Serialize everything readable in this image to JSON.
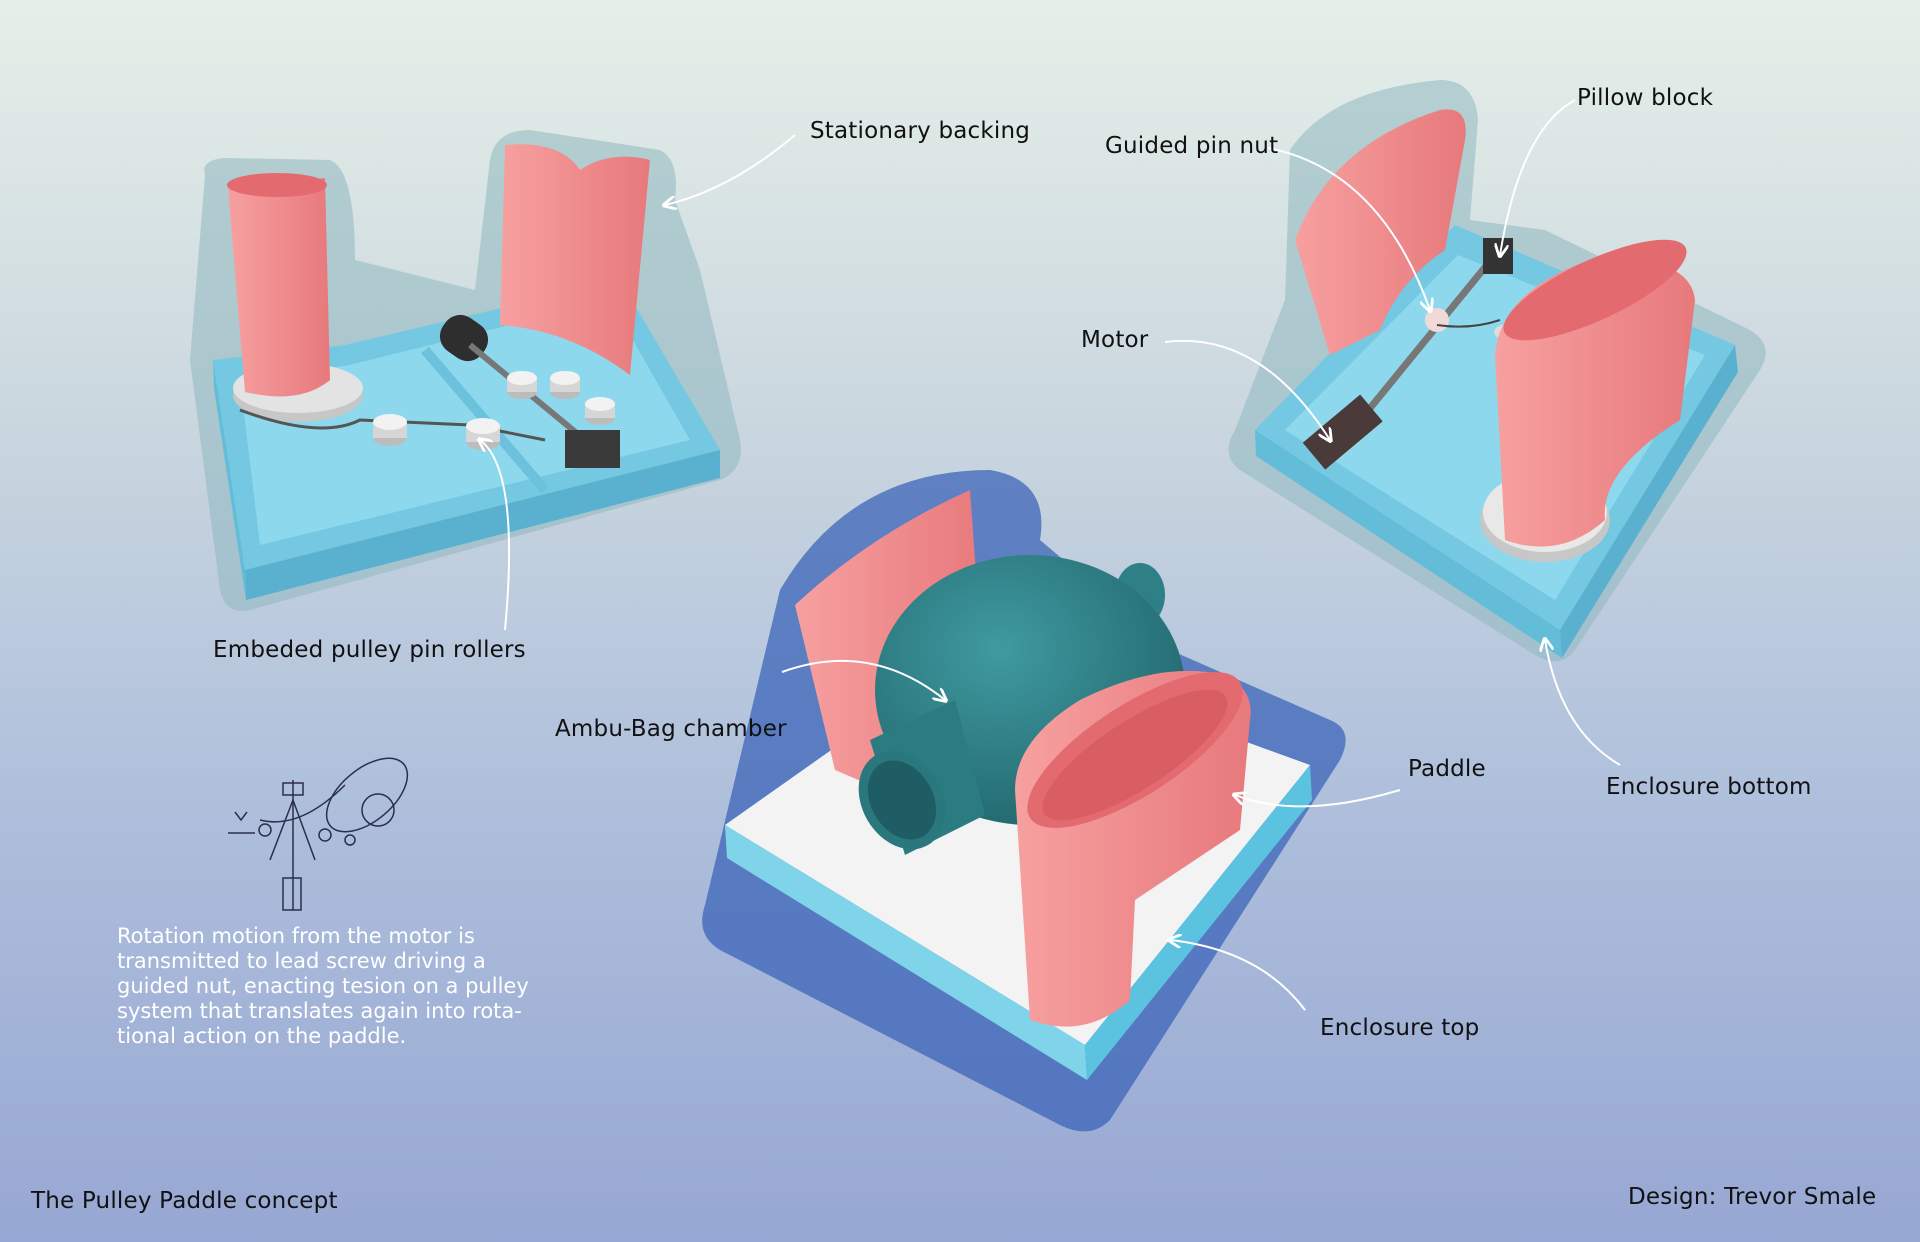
{
  "labels": {
    "stationary_backing": "Stationary backing",
    "embedded_pulley": "Embeded pulley pin rollers",
    "guided_pin_nut": "Guided pin nut",
    "pillow_block": "Pillow block",
    "motor": "Motor",
    "ambu_bag": "Ambu-Bag chamber",
    "paddle": "Paddle",
    "enclosure_bottom": "Enclosure bottom",
    "enclosure_top": "Enclosure top"
  },
  "description": "Rotation motion from the motor is\ntransmitted to lead screw driving a\nguided nut, enacting tesion on a pulley\nsystem that translates again into rota-\ntional action on the paddle.",
  "footer": {
    "title": "The Pulley Paddle concept",
    "credit": "Design: Trevor Smale"
  },
  "colors": {
    "enclosure": "#86d6ec",
    "paddle": "#f08a8a",
    "ambu_bag": "#2d8087",
    "enclosure_top": "#f3f3f3",
    "annotation_arrow": "#ffffff"
  }
}
